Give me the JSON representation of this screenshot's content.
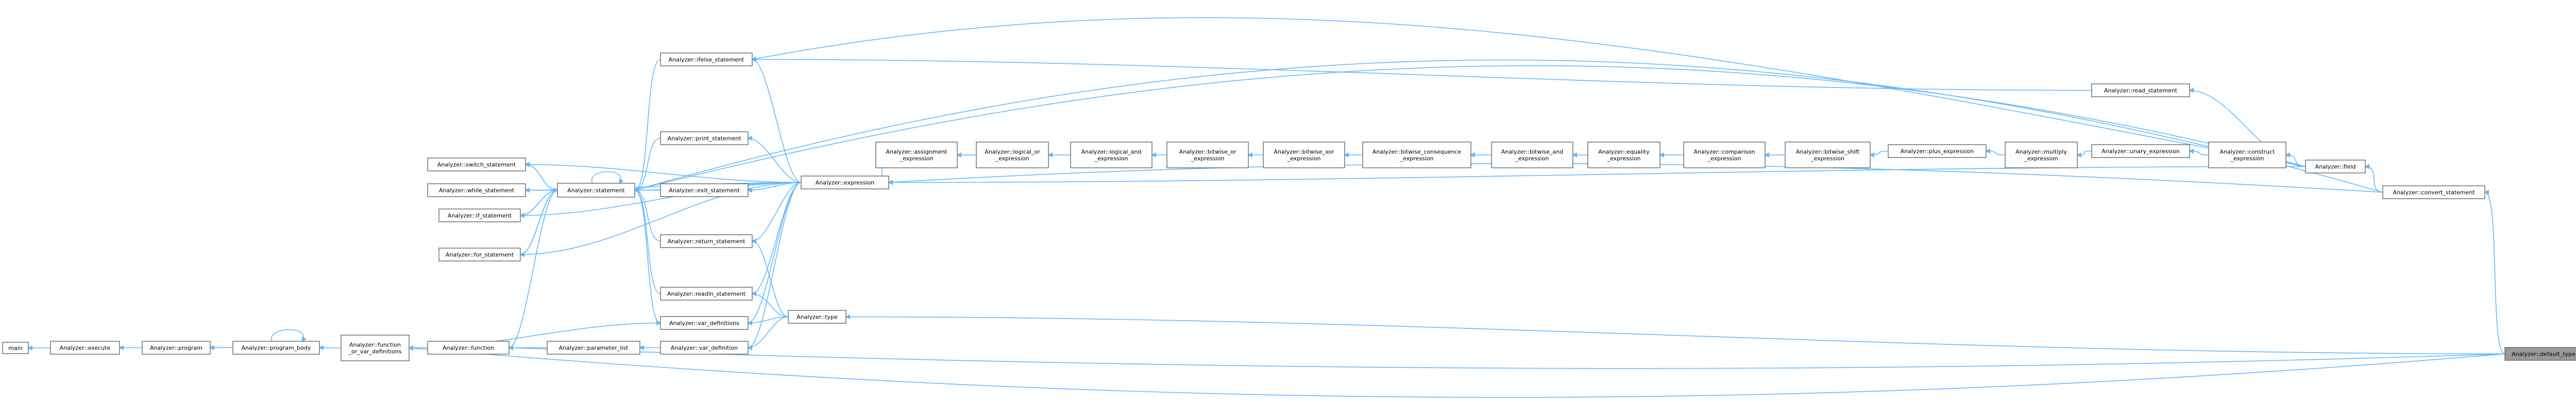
{
  "colors": {
    "edge": "#63b8ff",
    "node_border": "#666666",
    "node_fill": "#ffffff",
    "highlight_fill": "#999999"
  },
  "nodes": [
    {
      "id": "main",
      "lines": [
        "main"
      ]
    },
    {
      "id": "execute",
      "lines": [
        "Analyzer::execute"
      ]
    },
    {
      "id": "program",
      "lines": [
        "Analyzer::program"
      ]
    },
    {
      "id": "program_body",
      "lines": [
        "Analyzer::program_body"
      ]
    },
    {
      "id": "function_or_var_definitions",
      "lines": [
        "Analyzer::function",
        "_or_var_definitions"
      ]
    },
    {
      "id": "function",
      "lines": [
        "Analyzer::function"
      ]
    },
    {
      "id": "parameter_list",
      "lines": [
        "Analyzer::parameter_list"
      ]
    },
    {
      "id": "var_definition",
      "lines": [
        "Analyzer::var_definition"
      ]
    },
    {
      "id": "var_definitions",
      "lines": [
        "Analyzer::var_definitions"
      ]
    },
    {
      "id": "type",
      "lines": [
        "Analyzer::type"
      ]
    },
    {
      "id": "readln_statement",
      "lines": [
        "Analyzer::readln_statement"
      ]
    },
    {
      "id": "return_statement",
      "lines": [
        "Analyzer::return_statement"
      ]
    },
    {
      "id": "exit_statement",
      "lines": [
        "Analyzer::exit_statement"
      ]
    },
    {
      "id": "print_statement",
      "lines": [
        "Analyzer::print_statement"
      ]
    },
    {
      "id": "ifelse_statement",
      "lines": [
        "Analyzer::ifelse_statement"
      ]
    },
    {
      "id": "statement",
      "lines": [
        "Analyzer::statement"
      ]
    },
    {
      "id": "switch_statement",
      "lines": [
        "Analyzer::switch_statement"
      ]
    },
    {
      "id": "while_statement",
      "lines": [
        "Analyzer::while_statement"
      ]
    },
    {
      "id": "if_statement",
      "lines": [
        "Analyzer::if_statement"
      ]
    },
    {
      "id": "for_statement",
      "lines": [
        "Analyzer::for_statement"
      ]
    },
    {
      "id": "expression",
      "lines": [
        "Analyzer::expression"
      ]
    },
    {
      "id": "assignment_expression",
      "lines": [
        "Analyzer::assignment",
        "_expression"
      ]
    },
    {
      "id": "logical_or_expression",
      "lines": [
        "Analyzer::logical_or",
        "_expression"
      ]
    },
    {
      "id": "logical_and_expression",
      "lines": [
        "Analyzer::logical_and",
        "_expression"
      ]
    },
    {
      "id": "bitwise_or_expression",
      "lines": [
        "Analyzer::bitwise_or",
        "_expression"
      ]
    },
    {
      "id": "bitwise_xor_expression",
      "lines": [
        "Analyzer::bitwise_xor",
        "_expression"
      ]
    },
    {
      "id": "bitwise_consequence_expression",
      "lines": [
        "Analyzer::bitwise_consequence",
        "_expression"
      ]
    },
    {
      "id": "bitwise_and_expression",
      "lines": [
        "Analyzer::bitwise_and",
        "_expression"
      ]
    },
    {
      "id": "equality_expression",
      "lines": [
        "Analyzer::equality",
        "_expression"
      ]
    },
    {
      "id": "comparison_expression",
      "lines": [
        "Analyzer::comparison",
        "_expression"
      ]
    },
    {
      "id": "bitwise_shift_expression",
      "lines": [
        "Analyzer::bitwise_shift",
        "_expression"
      ]
    },
    {
      "id": "plus_expression",
      "lines": [
        "Analyzer::plus_expression"
      ]
    },
    {
      "id": "multiply_expression",
      "lines": [
        "Analyzer::multiply",
        "_expression"
      ]
    },
    {
      "id": "unary_expression",
      "lines": [
        "Analyzer::unary_expression"
      ]
    },
    {
      "id": "construct_expression",
      "lines": [
        "Analyzer::construct",
        "_expression"
      ]
    },
    {
      "id": "read_statement",
      "lines": [
        "Analyzer::read_statement"
      ]
    },
    {
      "id": "field",
      "lines": [
        "Analyzer::field"
      ]
    },
    {
      "id": "convert_statement",
      "lines": [
        "Analyzer::convert_statement"
      ]
    },
    {
      "id": "default_type",
      "lines": [
        "Analyzer::default_type"
      ],
      "highlight": true
    }
  ],
  "edges": [
    [
      "execute",
      "main"
    ],
    [
      "program",
      "execute"
    ],
    [
      "program_body",
      "program"
    ],
    [
      "program_body",
      "program_body"
    ],
    [
      "function_or_var_definitions",
      "program_body"
    ],
    [
      "function",
      "function_or_var_definitions"
    ],
    [
      "var_definitions",
      "function_or_var_definitions"
    ],
    [
      "default_type",
      "function_or_var_definitions"
    ],
    [
      "default_type",
      "function"
    ],
    [
      "statement",
      "function"
    ],
    [
      "parameter_list",
      "function"
    ],
    [
      "var_definition",
      "parameter_list"
    ],
    [
      "type",
      "var_definition"
    ],
    [
      "type",
      "var_definitions"
    ],
    [
      "expression",
      "var_definitions"
    ],
    [
      "expression",
      "var_definition"
    ],
    [
      "default_type",
      "type"
    ],
    [
      "statement",
      "var_definitions"
    ],
    [
      "readln_statement",
      "statement"
    ],
    [
      "return_statement",
      "statement"
    ],
    [
      "exit_statement",
      "statement"
    ],
    [
      "print_statement",
      "statement"
    ],
    [
      "statement",
      "statement"
    ],
    [
      "switch_statement",
      "statement"
    ],
    [
      "while_statement",
      "statement"
    ],
    [
      "if_statement",
      "statement"
    ],
    [
      "for_statement",
      "statement"
    ],
    [
      "statement",
      "switch_statement"
    ],
    [
      "statement",
      "while_statement"
    ],
    [
      "statement",
      "if_statement"
    ],
    [
      "statement",
      "for_statement"
    ],
    [
      "expression",
      "switch_statement"
    ],
    [
      "expression",
      "while_statement"
    ],
    [
      "expression",
      "if_statement"
    ],
    [
      "expression",
      "for_statement"
    ],
    [
      "expression",
      "statement"
    ],
    [
      "expression",
      "print_statement"
    ],
    [
      "expression",
      "exit_statement"
    ],
    [
      "expression",
      "return_statement"
    ],
    [
      "expression",
      "readln_statement"
    ],
    [
      "type",
      "readln_statement"
    ],
    [
      "type",
      "return_statement"
    ],
    [
      "expression",
      "ifelse_statement"
    ],
    [
      "ifelse_statement",
      "statement"
    ],
    [
      "assignment_expression",
      "expression"
    ],
    [
      "logical_or_expression",
      "assignment_expression"
    ],
    [
      "logical_and_expression",
      "logical_or_expression"
    ],
    [
      "bitwise_or_expression",
      "logical_and_expression"
    ],
    [
      "bitwise_xor_expression",
      "bitwise_or_expression"
    ],
    [
      "bitwise_consequence_expression",
      "bitwise_xor_expression"
    ],
    [
      "bitwise_and_expression",
      "bitwise_consequence_expression"
    ],
    [
      "equality_expression",
      "bitwise_and_expression"
    ],
    [
      "comparison_expression",
      "equality_expression"
    ],
    [
      "bitwise_shift_expression",
      "comparison_expression"
    ],
    [
      "plus_expression",
      "bitwise_shift_expression"
    ],
    [
      "multiply_expression",
      "plus_expression"
    ],
    [
      "unary_expression",
      "multiply_expression"
    ],
    [
      "construct_expression",
      "unary_expression"
    ],
    [
      "field",
      "construct_expression"
    ],
    [
      "field",
      "expression"
    ],
    [
      "field",
      "statement"
    ],
    [
      "field",
      "ifelse_statement"
    ],
    [
      "read_statement",
      "ifelse_statement"
    ],
    [
      "field",
      "read_statement"
    ],
    [
      "convert_statement",
      "field"
    ],
    [
      "convert_statement",
      "statement"
    ],
    [
      "convert_statement",
      "expression"
    ],
    [
      "default_type",
      "convert_statement"
    ]
  ]
}
